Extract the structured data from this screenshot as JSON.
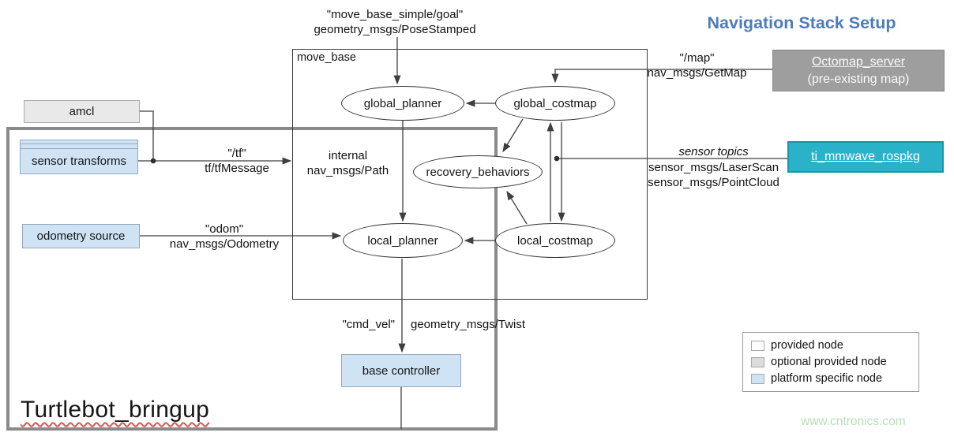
{
  "title": "Navigation Stack Setup",
  "watermark": "www.cntronics.com",
  "move_base": {
    "label": "move_base",
    "nodes": {
      "global_planner": "global_planner",
      "global_costmap": "global_costmap",
      "recovery_behaviors": "recovery_behaviors",
      "local_planner": "local_planner",
      "local_costmap": "local_costmap"
    },
    "internal_label": {
      "line1": "internal",
      "line2": "nav_msgs/Path"
    }
  },
  "turtlebot": {
    "label": "Turtlebot_bringup",
    "amcl": "amcl",
    "sensor_transforms": "sensor transforms",
    "odometry_source": "odometry source",
    "base_controller": "base controller"
  },
  "external": {
    "octomap_server": {
      "line1": "Octomap_server",
      "line2": "(pre-existing map)"
    },
    "ti_mmwave_rospkg": "ti_mmwave_rospkg"
  },
  "edges": {
    "goal": {
      "line1": "\"move_base_simple/goal\"",
      "line2": "geometry_msgs/PoseStamped"
    },
    "tf": {
      "line1": "\"/tf\"",
      "line2": "tf/tfMessage"
    },
    "odom": {
      "line1": "\"odom\"",
      "line2": "nav_msgs/Odometry"
    },
    "map": {
      "line1": "\"/map\"",
      "line2": "nav_msgs/GetMap"
    },
    "sensor_topics": {
      "line1": "sensor topics",
      "line2": "sensor_msgs/LaserScan",
      "line3": "sensor_msgs/PointCloud"
    },
    "cmd_vel": {
      "topic": "\"cmd_vel\"",
      "type": "geometry_msgs/Twist"
    }
  },
  "legend": {
    "items": [
      {
        "label": "provided node",
        "color": "#fefefe"
      },
      {
        "label": "optional provided node",
        "color": "#dcdcdc"
      },
      {
        "label": "platform specific node",
        "color": "#cfe3f5"
      }
    ]
  },
  "colors": {
    "title_blue": "#4d7cbd",
    "platform_node_blue": "#cfe3f5",
    "optional_node_gray": "#9e9e9e",
    "ti_teal": "#2ab3c8",
    "watermark_green": "#b5dfb7",
    "line_gray": "#3f3f3f"
  }
}
